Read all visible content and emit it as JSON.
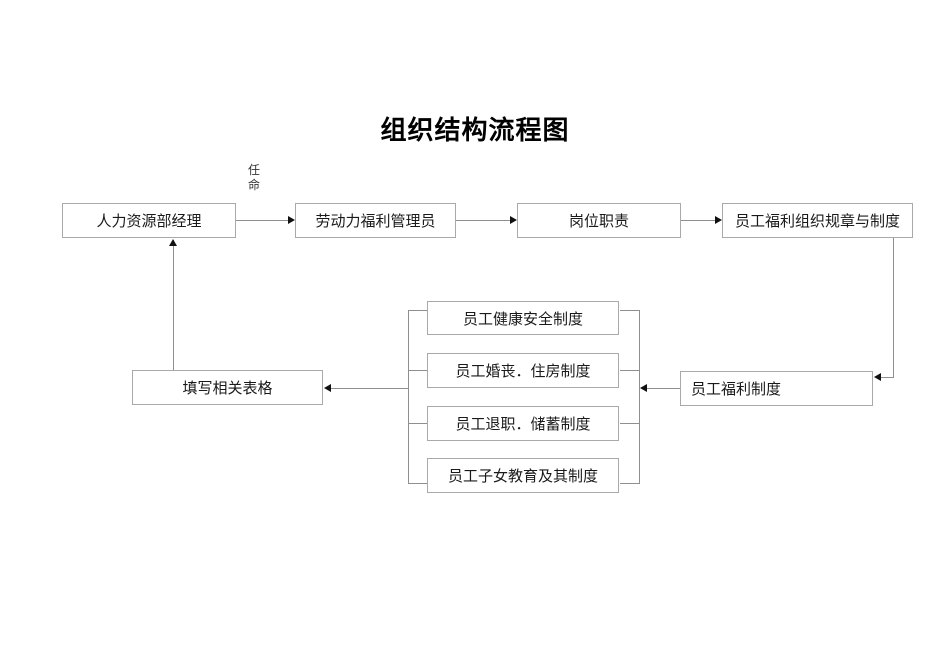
{
  "title": "组织结构流程图",
  "colors": {
    "background": "#ffffff",
    "box_border": "#a9a9a9",
    "connector_line": "#8f8f8f",
    "arrowhead": "#111111",
    "text": "#1a1a1a"
  },
  "flowchart": {
    "top_row": [
      {
        "label": "人力资源部经理"
      },
      {
        "label": "劳动力福利管理员"
      },
      {
        "label": "岗位职责"
      },
      {
        "label": "员工福利组织规章与制度"
      }
    ],
    "edge_label": "任命",
    "middle_column": [
      {
        "label": "员工健康安全制度"
      },
      {
        "label": "员工婚丧．住房制度"
      },
      {
        "label": "员工退职．储蓄制度"
      },
      {
        "label": "员工子女教育及其制度"
      }
    ],
    "left_box": {
      "label": "填写相关表格"
    },
    "right_box": {
      "label": "员工福利制度"
    },
    "edges": [
      "人力资源部经理 →(任命) 劳动力福利管理员",
      "劳动力福利管理员 → 岗位职责",
      "岗位职责 → 员工福利组织规章与制度",
      "员工福利组织规章与制度 → 员工福利制度",
      "员工福利制度 → {员工健康安全制度, 员工婚丧．住房制度, 员工退职．储蓄制度, 员工子女教育及其制度}",
      "{四项制度} → 填写相关表格",
      "填写相关表格 → 人力资源部经理"
    ]
  }
}
